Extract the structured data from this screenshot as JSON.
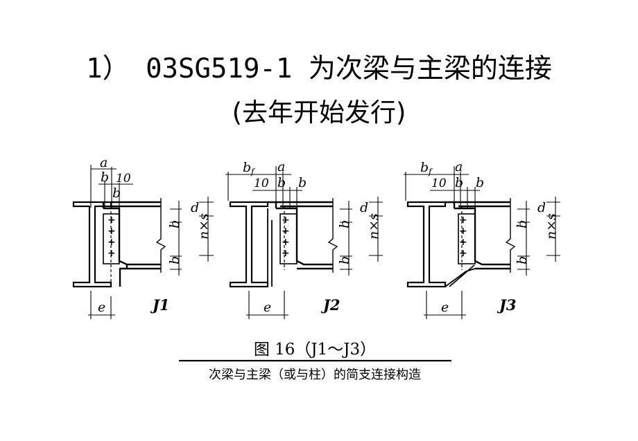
{
  "title": {
    "line1": "1）  03SG519-1 为次梁与主梁的连接",
    "line2": "(去年开始发行)"
  },
  "figure": {
    "caption_main": "图 16（J1～J3）",
    "caption_sub": "次梁与主梁（或与柱）的简支连接构造",
    "detail_labels": [
      "J1",
      "J2",
      "J3"
    ],
    "dims": {
      "a": "a",
      "b": "b",
      "ten": "10",
      "bf": "b",
      "bf_sub": "f",
      "d": "d",
      "e": "e",
      "nxs": "n×s"
    },
    "bolt_glyph": "+"
  }
}
